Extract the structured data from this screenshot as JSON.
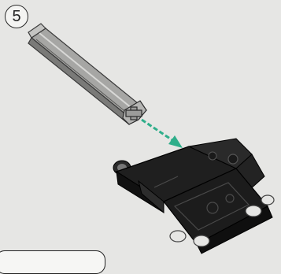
{
  "step": {
    "number": "5"
  },
  "colors": {
    "background": "#e6e6e4",
    "axle": "#9a9a98",
    "axle_dark": "#6f6f6d",
    "arrow": "#2fae8a",
    "frame": "#1c1c1c",
    "frame_highlight": "#3a3a3a"
  },
  "icons": {
    "axle": "technic-cross-axle",
    "arrow": "assembly-arrow",
    "frame": "technic-beam-frame"
  }
}
